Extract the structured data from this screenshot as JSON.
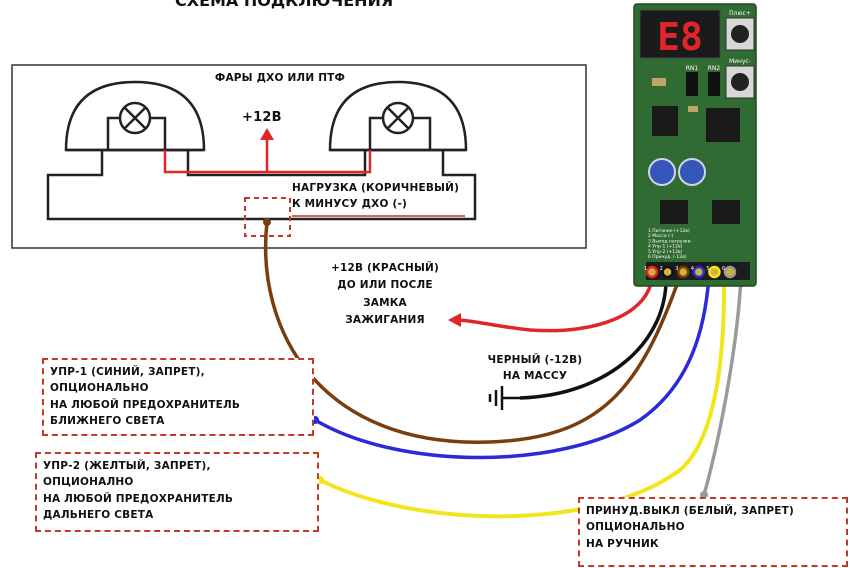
{
  "title_partial": "СХЕМА ПОДКЛЮЧЕНИЯ",
  "lamp_block": {
    "title": "ФАРЫ ДХО ИЛИ ПТФ",
    "plus12": "+12В",
    "load_line1": "НАГРУЗКА (КОРИЧНЕВЫЙ)",
    "load_line2": "К МИНУСУ ДХО (-)"
  },
  "red_wire": {
    "line1": "+12В (КРАСНЫЙ)",
    "line2": "ДО ИЛИ ПОСЛЕ",
    "line3": "ЗАМКА",
    "line4": "ЗАЖИГАНИЯ"
  },
  "black_wire": {
    "line1": "ЧЕРНЫЙ (-12В)",
    "line2": "НА МАССУ"
  },
  "upr1": {
    "line1": "УПР-1 (СИНИЙ, ЗАПРЕТ),",
    "line2": "ОПЦИОНАЛЬНО",
    "line3": "НА ЛЮБОЙ ПРЕДОХРАНИТЕЛЬ",
    "line4": "БЛИЖНЕГО СВЕТА"
  },
  "upr2": {
    "line1": "УПР-2 (ЖЕЛТЫЙ, ЗАПРЕТ),",
    "line2": "ОПЦИОНАЛНО",
    "line3": "НА ЛЮБОЙ ПРЕДОХРАНИТЕЛЬ",
    "line4": "ДАЛЬНЕГО СВЕТА"
  },
  "force_off": {
    "line1": "ПРИНУД.ВЫКЛ (БЕЛЫЙ, ЗАПРЕТ)",
    "line2": "ОПЦИОНАЛЬНО",
    "line3": "НА РУЧНИК"
  },
  "board": {
    "display": "E8",
    "btn_plus": "Плюс+",
    "btn_minus": "Минус-",
    "rn1": "RN1",
    "rn2": "RN2",
    "pins": [
      "1",
      "2",
      "3",
      "4",
      "5",
      "6"
    ],
    "pin_legend": [
      "1 Питание (+12в)",
      "2 Масса (-)",
      "3 Выход нагрузки",
      "4 Упр-1 (+12в)",
      "5 Упр-2 (+12в)",
      "6 Принуд. (-12в)"
    ]
  },
  "colors": {
    "red": "#e0262a",
    "black": "#111111",
    "brown": "#7a3d0c",
    "blue": "#2a2ad6",
    "yellow": "#f4e41c",
    "white_wire": "#9a9a9a",
    "pcb": "#2f6b32",
    "dash": "#c0392b"
  }
}
